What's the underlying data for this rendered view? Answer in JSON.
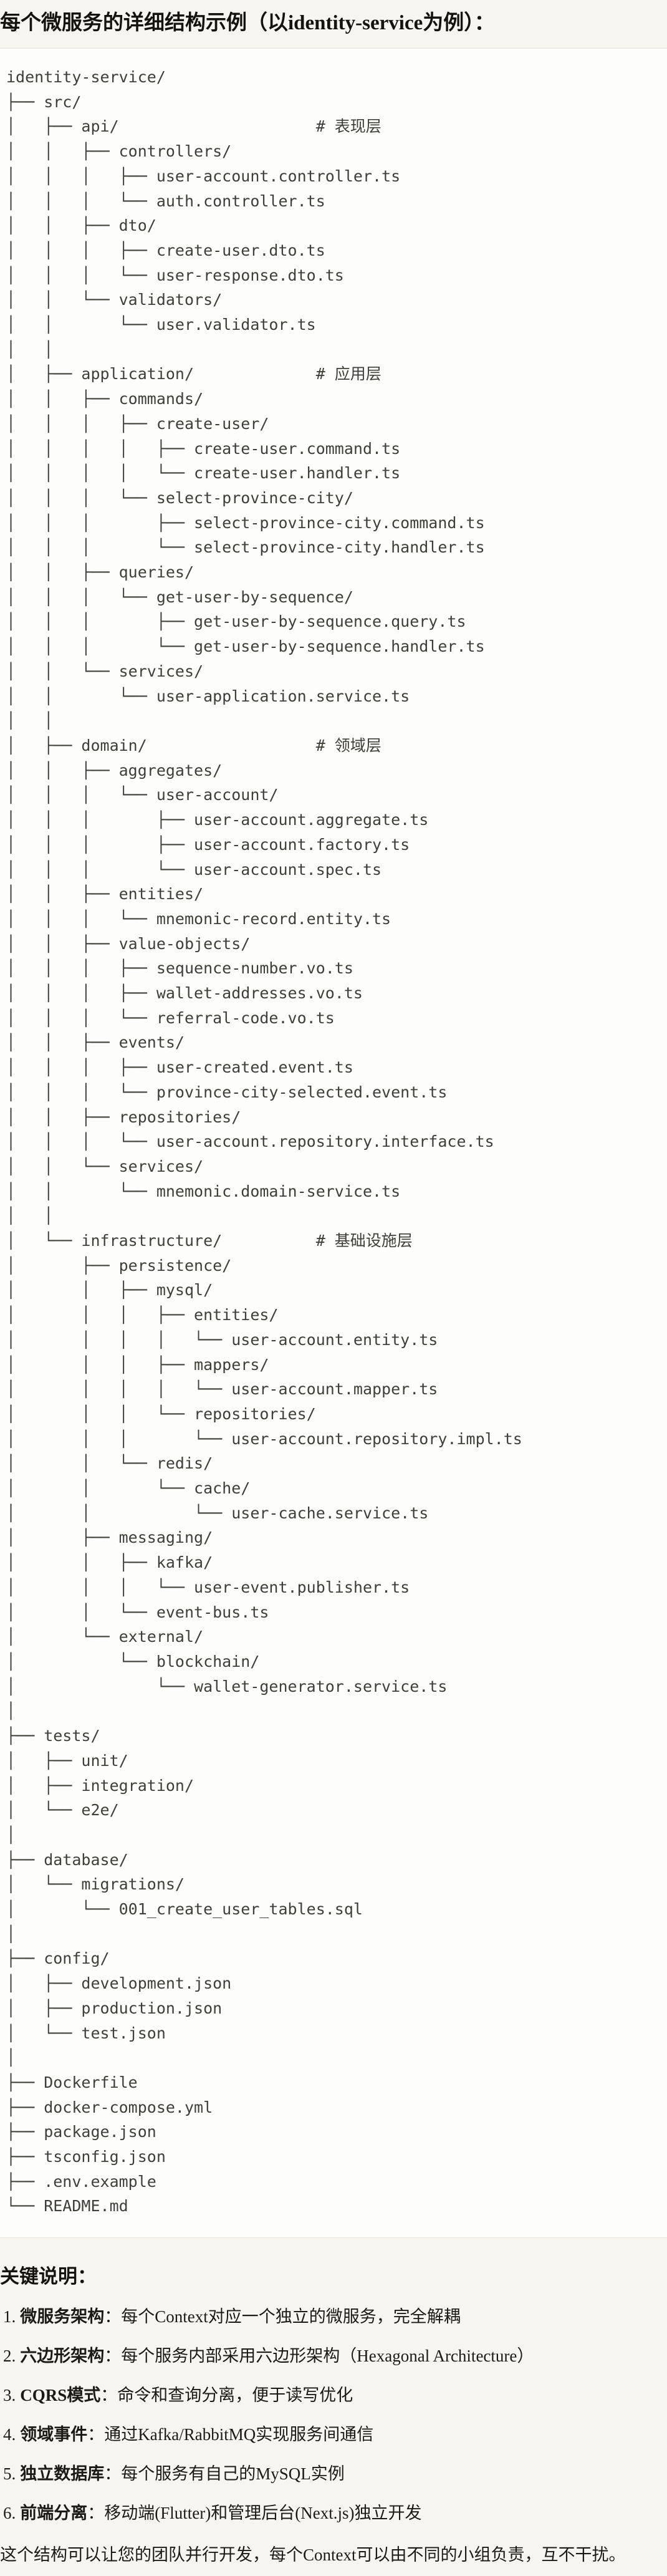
{
  "page": {
    "title": "每个微服务的详细结构示例（以identity-service为例）："
  },
  "code_block": {
    "lines": [
      "identity-service/",
      "├── src/",
      "│   ├── api/                     # 表现层",
      "│   │   ├── controllers/",
      "│   │   │   ├── user-account.controller.ts",
      "│   │   │   └── auth.controller.ts",
      "│   │   ├── dto/",
      "│   │   │   ├── create-user.dto.ts",
      "│   │   │   └── user-response.dto.ts",
      "│   │   └── validators/",
      "│   │       └── user.validator.ts",
      "│   │",
      "│   ├── application/             # 应用层",
      "│   │   ├── commands/",
      "│   │   │   ├── create-user/",
      "│   │   │   │   ├── create-user.command.ts",
      "│   │   │   │   └── create-user.handler.ts",
      "│   │   │   └── select-province-city/",
      "│   │   │       ├── select-province-city.command.ts",
      "│   │   │       └── select-province-city.handler.ts",
      "│   │   ├── queries/",
      "│   │   │   └── get-user-by-sequence/",
      "│   │   │       ├── get-user-by-sequence.query.ts",
      "│   │   │       └── get-user-by-sequence.handler.ts",
      "│   │   └── services/",
      "│   │       └── user-application.service.ts",
      "│   │",
      "│   ├── domain/                  # 领域层",
      "│   │   ├── aggregates/",
      "│   │   │   └── user-account/",
      "│   │   │       ├── user-account.aggregate.ts",
      "│   │   │       ├── user-account.factory.ts",
      "│   │   │       └── user-account.spec.ts",
      "│   │   ├── entities/",
      "│   │   │   └── mnemonic-record.entity.ts",
      "│   │   ├── value-objects/",
      "│   │   │   ├── sequence-number.vo.ts",
      "│   │   │   ├── wallet-addresses.vo.ts",
      "│   │   │   └── referral-code.vo.ts",
      "│   │   ├── events/",
      "│   │   │   ├── user-created.event.ts",
      "│   │   │   └── province-city-selected.event.ts",
      "│   │   ├── repositories/",
      "│   │   │   └── user-account.repository.interface.ts",
      "│   │   └── services/",
      "│   │       └── mnemonic.domain-service.ts",
      "│   │",
      "│   └── infrastructure/          # 基础设施层",
      "│       ├── persistence/",
      "│       │   ├── mysql/",
      "│       │   │   ├── entities/",
      "│       │   │   │   └── user-account.entity.ts",
      "│       │   │   ├── mappers/",
      "│       │   │   │   └── user-account.mapper.ts",
      "│       │   │   └── repositories/",
      "│       │   │       └── user-account.repository.impl.ts",
      "│       │   └── redis/",
      "│       │       └── cache/",
      "│       │           └── user-cache.service.ts",
      "│       ├── messaging/",
      "│       │   ├── kafka/",
      "│       │   │   └── user-event.publisher.ts",
      "│       │   └── event-bus.ts",
      "│       └── external/",
      "│           └── blockchain/",
      "│               └── wallet-generator.service.ts",
      "│",
      "├── tests/",
      "│   ├── unit/",
      "│   ├── integration/",
      "│   └── e2e/",
      "│",
      "├── database/",
      "│   └── migrations/",
      "│       └── 001_create_user_tables.sql",
      "│",
      "├── config/",
      "│   ├── development.json",
      "│   ├── production.json",
      "│   └── test.json",
      "│",
      "├── Dockerfile",
      "├── docker-compose.yml",
      "├── package.json",
      "├── tsconfig.json",
      "├── .env.example",
      "└── README.md"
    ]
  },
  "notes": {
    "heading": "关键说明：",
    "separator": "：",
    "items": [
      {
        "number": "1.",
        "label": "微服务架构",
        "text": "每个Context对应一个独立的微服务，完全解耦"
      },
      {
        "number": "2.",
        "label": "六边形架构",
        "text": "每个服务内部采用六边形架构（Hexagonal Architecture）"
      },
      {
        "number": "3.",
        "label": "CQRS模式",
        "text": "命令和查询分离，便于读写优化"
      },
      {
        "number": "4.",
        "label": "领域事件",
        "text": "通过Kafka/RabbitMQ实现服务间通信"
      },
      {
        "number": "5.",
        "label": "独立数据库",
        "text": "每个服务有自己的MySQL实例"
      },
      {
        "number": "6.",
        "label": "前端分离",
        "text": "移动端(Flutter)和管理后台(Next.js)独立开发"
      }
    ]
  },
  "footer": {
    "text": "这个结构可以让您的团队并行开发，每个Context可以由不同的小组负责，互不干扰。"
  }
}
